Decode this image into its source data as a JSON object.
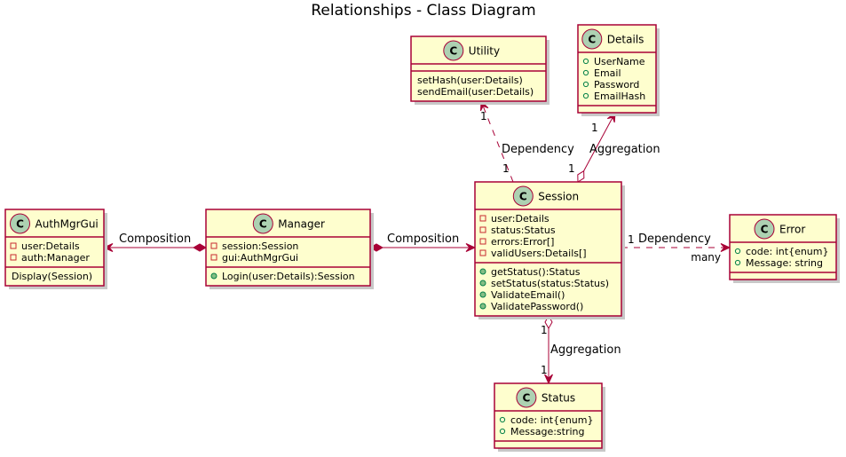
{
  "title": "Relationships - Class Diagram",
  "colors": {
    "class_fill": "#FEFECE",
    "border": "#A80036",
    "badge": "#ADD1B2"
  },
  "icons": {
    "class_badge": "class-circle-c-icon",
    "private_member": "private-square-icon",
    "public_method": "public-circle-icon"
  },
  "classes": [
    {
      "id": "utility",
      "name": "Utility",
      "badge": "C",
      "attributes": [],
      "methods": [
        "setHash(user:Details)",
        "sendEmail(user:Details)"
      ]
    },
    {
      "id": "details",
      "name": "Details",
      "badge": "C",
      "attributes": [
        "UserName",
        "Email",
        "Password",
        "EmailHash"
      ],
      "methods": []
    },
    {
      "id": "session",
      "name": "Session",
      "badge": "C",
      "attributes": [
        "user:Details",
        "status:Status",
        "errors:Error[]",
        "validUsers:Details[]"
      ],
      "methods": [
        "getStatus():Status",
        "setStatus(status:Status)",
        "ValidateEmail()",
        "ValidatePassword()"
      ]
    },
    {
      "id": "authmgrgui",
      "name": "AuthMgrGui",
      "badge": "C",
      "attributes": [
        "user:Details",
        "auth:Manager"
      ],
      "methods": [
        "Display(Session)"
      ]
    },
    {
      "id": "manager",
      "name": "Manager",
      "badge": "C",
      "attributes": [
        "session:Session",
        "gui:AuthMgrGui"
      ],
      "methods": [
        "Login(user:Details):Session"
      ]
    },
    {
      "id": "error",
      "name": "Error",
      "badge": "C",
      "attributes": [
        "code: int{enum}",
        "Message: string"
      ],
      "methods": []
    },
    {
      "id": "status",
      "name": "Status",
      "badge": "C",
      "attributes": [
        "code: int{enum}",
        "Message:string"
      ],
      "methods": []
    }
  ],
  "relationships": [
    {
      "id": "session-utility",
      "from": "Session",
      "to": "Utility",
      "type": "Dependency",
      "label": "Dependency",
      "from_mult": "1",
      "to_mult": "1"
    },
    {
      "id": "session-details",
      "from": "Session",
      "to": "Details",
      "type": "Aggregation",
      "label": "Aggregation",
      "from_mult": "1",
      "to_mult": "1"
    },
    {
      "id": "manager-authmgrgui",
      "from": "Manager",
      "to": "AuthMgrGui",
      "type": "Composition",
      "label": "Composition",
      "from_mult": "",
      "to_mult": ""
    },
    {
      "id": "manager-session",
      "from": "Manager",
      "to": "Session",
      "type": "Composition",
      "label": "Composition",
      "from_mult": "",
      "to_mult": ""
    },
    {
      "id": "session-error",
      "from": "Session",
      "to": "Error",
      "type": "Dependency",
      "label": "Dependency",
      "from_mult": "1",
      "to_mult": "many"
    },
    {
      "id": "session-status",
      "from": "Session",
      "to": "Status",
      "type": "Aggregation",
      "label": "Aggregation",
      "from_mult": "1",
      "to_mult": "1"
    }
  ]
}
